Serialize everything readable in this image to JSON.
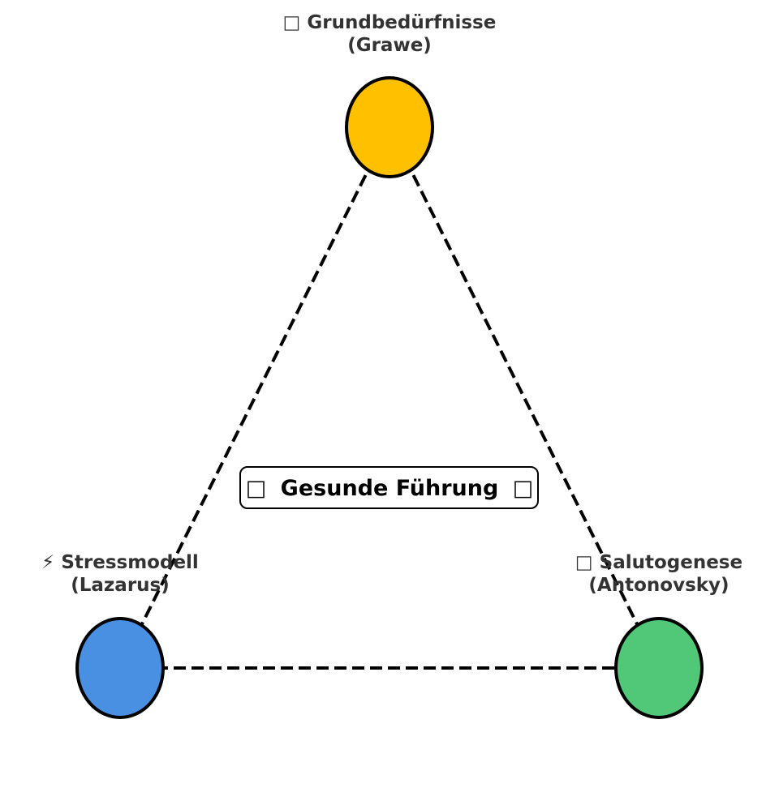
{
  "diagram": {
    "type": "triangle-concept-map",
    "center": {
      "icon": "leader-icon",
      "icon_glyph": "□",
      "label": "Gesunde Führung",
      "trailing_icon_glyph": "□"
    },
    "nodes": [
      {
        "id": "grundbeduerfnisse",
        "icon": "missing-glyph-icon",
        "icon_glyph": "□",
        "title": "Grundbedürfnisse",
        "subtitle": "(Grawe)",
        "color": "#FFC000",
        "position": "top"
      },
      {
        "id": "stressmodell",
        "icon": "lightning-icon",
        "icon_glyph": "⚡",
        "title": "Stressmodell",
        "subtitle": "(Lazarus)",
        "color": "#4A90E2",
        "position": "bottom-left"
      },
      {
        "id": "salutogenese",
        "icon": "missing-glyph-icon",
        "icon_glyph": "□",
        "title": "Salutogenese",
        "subtitle": "(Antonovsky)",
        "color": "#50C878",
        "position": "bottom-right"
      }
    ],
    "edges": [
      {
        "from": "grundbeduerfnisse",
        "to": "stressmodell",
        "style": "dashed"
      },
      {
        "from": "grundbeduerfnisse",
        "to": "salutogenese",
        "style": "dashed"
      },
      {
        "from": "stressmodell",
        "to": "salutogenese",
        "style": "dashed"
      }
    ],
    "colors": {
      "edge": "#000000",
      "label_text": "#333333",
      "center_text": "#000000",
      "background": "#FFFFFF"
    }
  }
}
